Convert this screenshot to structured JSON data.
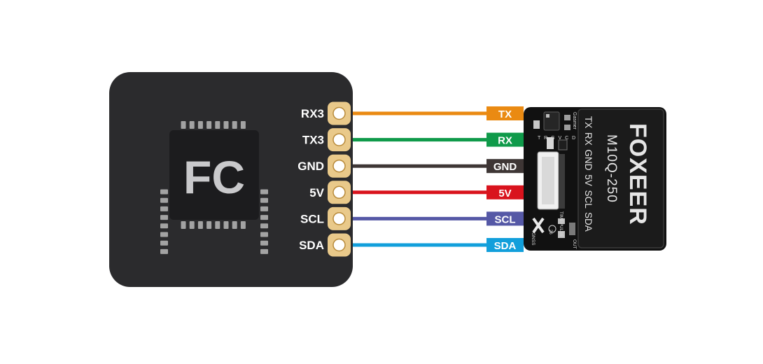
{
  "fc": {
    "label": "FC",
    "board_color": "#2b2b2d",
    "chip_color": "#1c1c1e",
    "pin_color": "#a3a3a3",
    "label_color": "#c9c9cb"
  },
  "pad_color": "#e9c98a",
  "connections": [
    {
      "fc_pin": "RX3",
      "gps_pin": "TX",
      "color": "#ea8a12",
      "text_color": "#ffffff"
    },
    {
      "fc_pin": "TX3",
      "gps_pin": "RX",
      "color": "#0f9a4a",
      "text_color": "#ffffff"
    },
    {
      "fc_pin": "GND",
      "gps_pin": "GND",
      "color": "#3e3635",
      "text_color": "#ffffff"
    },
    {
      "fc_pin": "5V",
      "gps_pin": "5V",
      "color": "#d9131d",
      "text_color": "#ffffff"
    },
    {
      "fc_pin": "SCL",
      "gps_pin": "SCL",
      "color": "#5558a6",
      "text_color": "#ffffff"
    },
    {
      "fc_pin": "SDA",
      "gps_pin": "SDA",
      "color": "#129fdb",
      "text_color": "#ffffff"
    }
  ],
  "gps_module": {
    "brand": "FOXEER",
    "model": "M10Q-250",
    "pin_row": "TX RX GND 5V SCL SDA",
    "board_color": "#111111",
    "shield_color": "#1b1b1b",
    "silk": {
      "header_pins": "T R G V C D",
      "gasmer": "Gasmer",
      "timepulse": "TIMEPULSE",
      "gnss": "GNSS",
      "out": "OUT",
      "number": "26"
    }
  }
}
